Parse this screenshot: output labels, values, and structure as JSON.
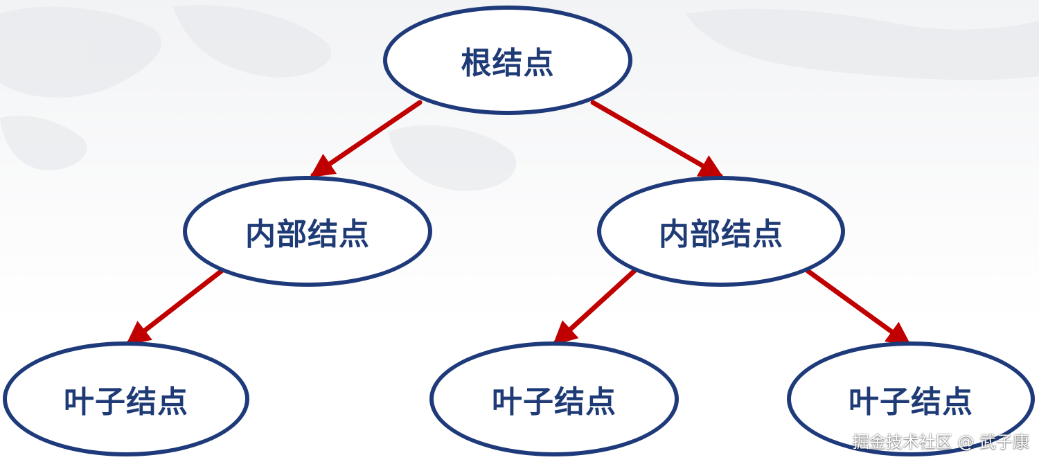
{
  "colors": {
    "node_border": "#1e3a7a",
    "node_text": "#1f3b76",
    "arrow": "#c00000"
  },
  "nodes": {
    "root": {
      "label": "根结点"
    },
    "internal_left": {
      "label": "内部结点"
    },
    "internal_right": {
      "label": "内部结点"
    },
    "leaf_left": {
      "label": "叶子结点"
    },
    "leaf_middle": {
      "label": "叶子结点"
    },
    "leaf_right": {
      "label": "叶子结点"
    }
  },
  "watermark": {
    "text": "掘金技术社区 @ 武子康"
  }
}
